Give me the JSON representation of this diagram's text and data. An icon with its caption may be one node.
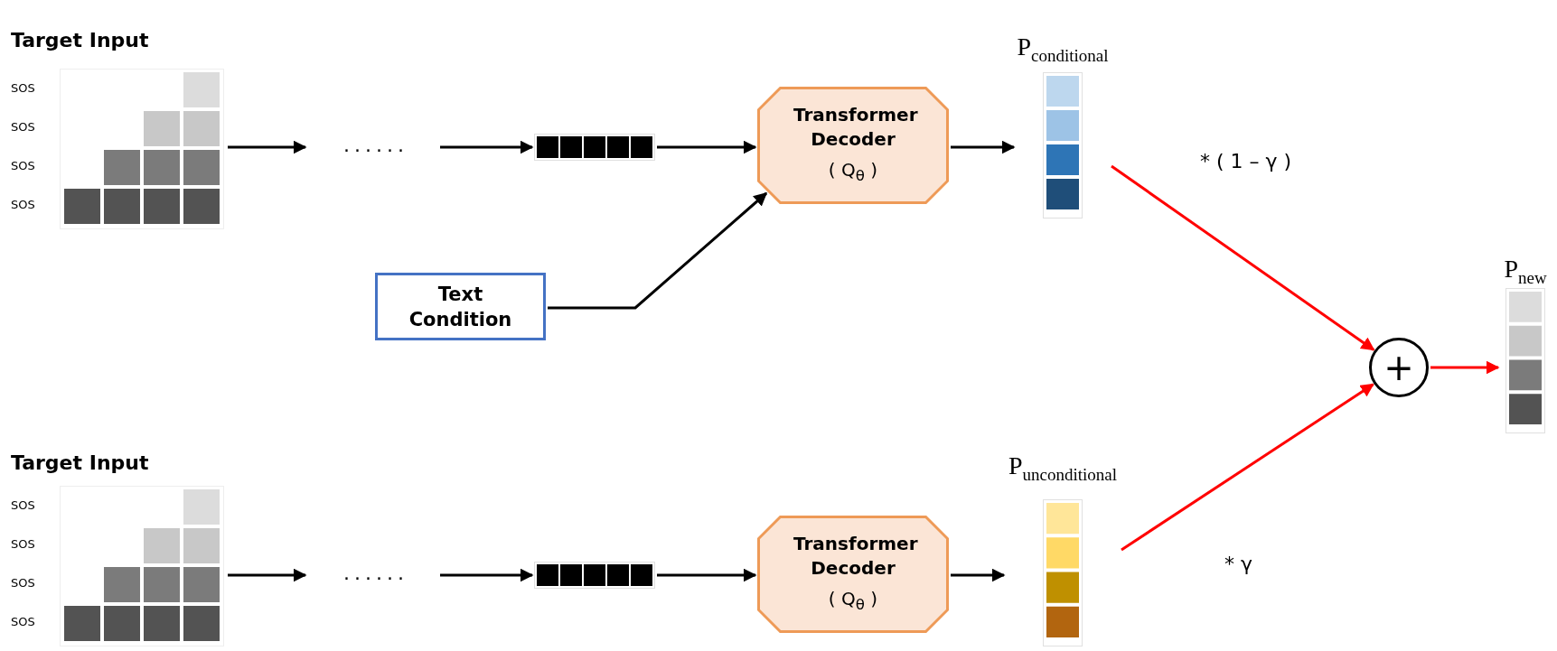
{
  "diagram": {
    "nodes": [
      {
        "text": [
          "Target Input"
        ],
        "beside": [
          "SOS",
          "SOS",
          "SOS",
          "SOS"
        ]
      },
      {
        "text": [
          "......"
        ]
      },
      {
        "text": [],
        "shape": "bar"
      },
      {
        "text": [
          "Transformer Decoder",
          "( Q$_{θ}$ )"
        ]
      },
      {
        "text": [
          "Text Condition"
        ]
      },
      {
        "text": [
          "P$_{conditional}$"
        ]
      },
      {
        "text": [
          "+"
        ]
      },
      {
        "text": [
          "P$_{new}$"
        ]
      },
      {
        "text": [
          "Target Input"
        ],
        "beside": [
          "SOS",
          "SOS",
          "SOS",
          "SOS"
        ]
      },
      {
        "text": [
          "......"
        ]
      },
      {
        "text": [],
        "shape": "bar"
      },
      {
        "text": [
          "Transformer Decoder",
          "( Q$_{θ}$ )"
        ]
      },
      {
        "text": [
          "P$_{unconditional}$"
        ]
      }
    ],
    "edges": [
      {
        "from": 0,
        "to": 1,
        "arrow": "to"
      },
      {
        "from": 1,
        "to": 2,
        "arrow": "to"
      },
      {
        "from": 2,
        "to": 3,
        "arrow": "to"
      },
      {
        "from": 4,
        "to": 3,
        "arrow": "to"
      },
      {
        "from": 3,
        "to": 5,
        "arrow": "to"
      },
      {
        "from": 5,
        "to": 6,
        "arrow": "to",
        "label": "* ( 1 – γ )",
        "color": "#ff0000"
      },
      {
        "from": 12,
        "to": 6,
        "arrow": "to",
        "label": "* γ",
        "color": "#ff0000"
      },
      {
        "from": 6,
        "to": 7,
        "arrow": "to",
        "color": "#ff0000"
      },
      {
        "from": 8,
        "to": 9,
        "arrow": "to"
      },
      {
        "from": 9,
        "to": 10,
        "arrow": "to"
      },
      {
        "from": 10,
        "to": 11,
        "arrow": "to"
      },
      {
        "from": 11,
        "to": 12,
        "arrow": "to"
      }
    ]
  }
}
